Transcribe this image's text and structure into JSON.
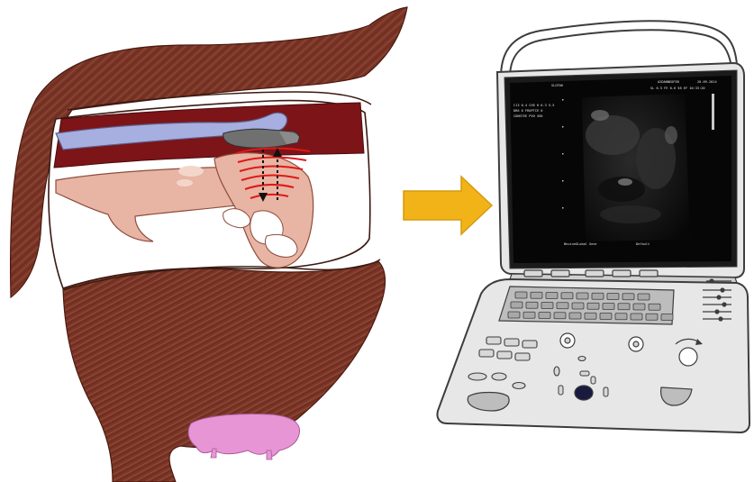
{
  "figure": {
    "description_layer": "anatomy-to-ultrasound",
    "colors": {
      "muscle_brown": "#7a3526",
      "muscle_dark": "#5e2519",
      "rectum_red": "#7d1418",
      "probe_lavender": "#a7afe0",
      "probe_gray": "#707070",
      "ovary_pink": "#e8b4a3",
      "udder_pink": "#e895d6",
      "wave_red": "#e01818",
      "arrow_orange": "#f2b318",
      "arrow_outline": "#d59a10",
      "device_gray": "#e7e7e7",
      "device_outline": "#3d3d3d",
      "screen_black": "#060606"
    }
  },
  "ultrasound_screen": {
    "header_left": "SLOT06",
    "header_right_id": "A2DANNEOFEB",
    "header_date": "20-09-2014",
    "header_params": "SL 6.5 FE 0.6 58 EF 10:33:20",
    "params_lines": [
      "C13  0.4 CH5 H 6.3 5.5",
      "DR6   0  FROPTCE 0",
      "CONSTEE  PVO   450"
    ],
    "footer_left": "BovineGLobal  Gear",
    "footer_right": "Default"
  }
}
